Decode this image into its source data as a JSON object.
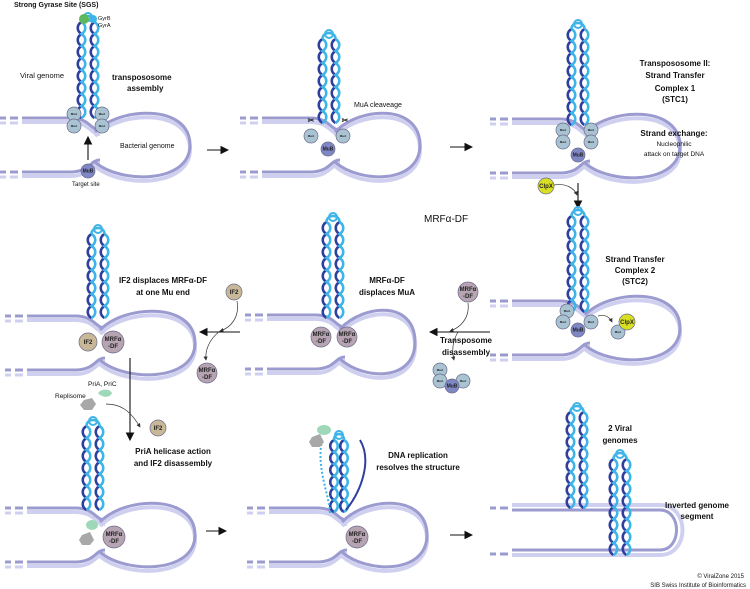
{
  "colors": {
    "bacterial_dark": "#9b9bd0",
    "bacterial_light": "#cfcff0",
    "viral_dark": "#2e3f9e",
    "viral_light": "#3fb4e8",
    "mua": "#a9c3d3",
    "mub": "#7f87c4",
    "mrf": "#b7a4b2",
    "if2": "#c8b898",
    "clpx": "#d8e021",
    "gyrase": "#5cb85c",
    "pria": "#9ed8b8",
    "replisome": "#a8a8a8"
  },
  "panel1": {
    "sgs": "Strong Gyrase Site (SGS)",
    "gyrb": "GyrB",
    "gyra": "GyrA",
    "viral_genome": "Viral  genome",
    "step_line1": "transpososome",
    "step_line2": "assembly",
    "bacterial_genome": "Bacterial genome",
    "target_site": "Target site",
    "mua": "MuA",
    "mub": "MuB"
  },
  "panel2": {
    "cleavage": "MuA cleaveage",
    "mua": "MuA",
    "mub": "MuB"
  },
  "panel3": {
    "title_line1": "Transpososome II:",
    "title_line2": "Strand Transfer",
    "title_line3": "Complex 1",
    "title_line4": "(STC1)",
    "exchange": "Strand exchange:",
    "nucleo1": "Nucleophilic",
    "nucleo2": "attack on target DNA",
    "mub": "MuB"
  },
  "clpx_label": "ClpX",
  "floating_label": "MRFα-DF",
  "panel4": {
    "title_line1": "Strand Transfer",
    "title_line2": "Complex 2",
    "title_line3": "(STC2)",
    "clpx": "ClpX",
    "mub": "MuB"
  },
  "panel5": {
    "title_line1": "MRFα-DF",
    "title_line2": "displaces MuA",
    "mrf_line1": "MRFα",
    "mrf_line2": "-DF",
    "disassembly1": "Transposome",
    "disassembly2": "disassembly",
    "mua": "MuA",
    "mub": "MuB"
  },
  "panel6": {
    "title_line1": "IF2 displaces MRFα-DF",
    "title_line2": "at one Mu end",
    "if2": "IF2",
    "mrf_line1": "MRFα",
    "mrf_line2": "-DF"
  },
  "panel7": {
    "pria": "PriA, PriC",
    "replisome": "Replisome",
    "if2": "IF2",
    "title_line1": "PriA helicase action",
    "title_line2": "and IF2 disassembly",
    "mrf_line1": "MRFα",
    "mrf_line2": "-DF"
  },
  "panel8": {
    "title_line1": "DNA replication",
    "title_line2": "resolves the structure",
    "mrf_line1": "MRFα",
    "mrf_line2": "-DF"
  },
  "panel9": {
    "title_line1": "2 Viral",
    "title_line2": "genomes",
    "segment_line1": "Inverted genome",
    "segment_line2": "segment"
  },
  "credit": {
    "line1": "© ViralZone 2015",
    "line2": "SIB Swiss Institute of Bioinformatics"
  }
}
